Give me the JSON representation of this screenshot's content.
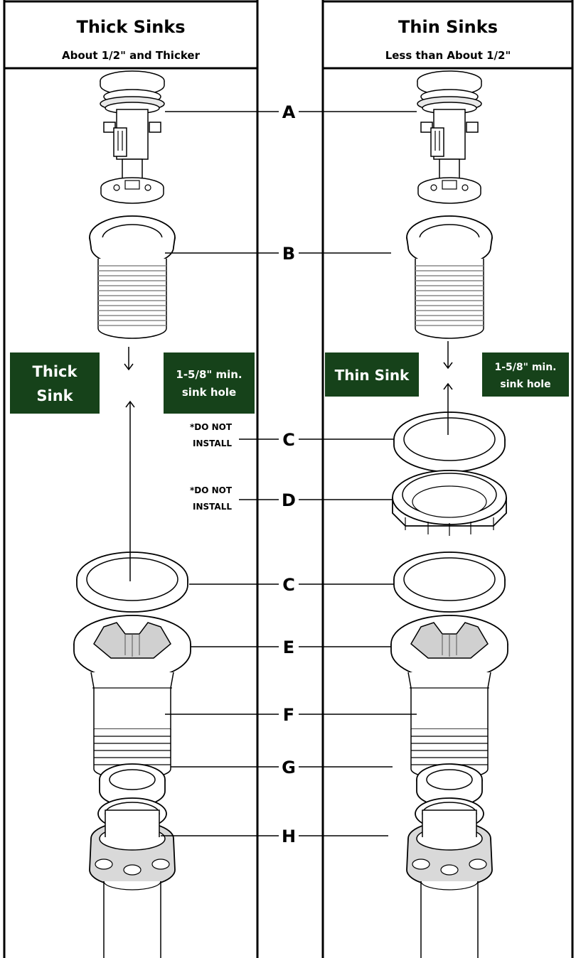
{
  "headers": {
    "left_title": "Thick Sinks",
    "left_subtitle": "About 1/2\" and Thicker",
    "right_title": "Thin Sinks",
    "right_subtitle": "Less than About 1/2\""
  },
  "part_labels": {
    "a": "A",
    "b": "B",
    "c_upper": "C",
    "d": "D",
    "c_lower": "C",
    "e": "E",
    "f": "F",
    "g": "G",
    "h": "H"
  },
  "boxes": {
    "thick_sink_line1": "Thick",
    "thick_sink_line2": "Sink",
    "left_hole_line1": "1-5/8\" min.",
    "left_hole_line2": "sink hole",
    "thin_sink": "Thin Sink",
    "right_hole_line1": "1-5/8\" min.",
    "right_hole_line2": "sink hole"
  },
  "notes": {
    "c_note_line1": "*DO NOT",
    "c_note_line2": "INSTALL",
    "d_note_line1": "*DO NOT",
    "d_note_line2": "INSTALL"
  },
  "colors": {
    "box_green": "#16421a",
    "border": "#000000",
    "part_fill": "#ffffff",
    "part_shade": "#d9d9d9"
  },
  "icons": {
    "arrow_down": "arrow-down-icon",
    "arrow_up": "arrow-up-icon"
  }
}
